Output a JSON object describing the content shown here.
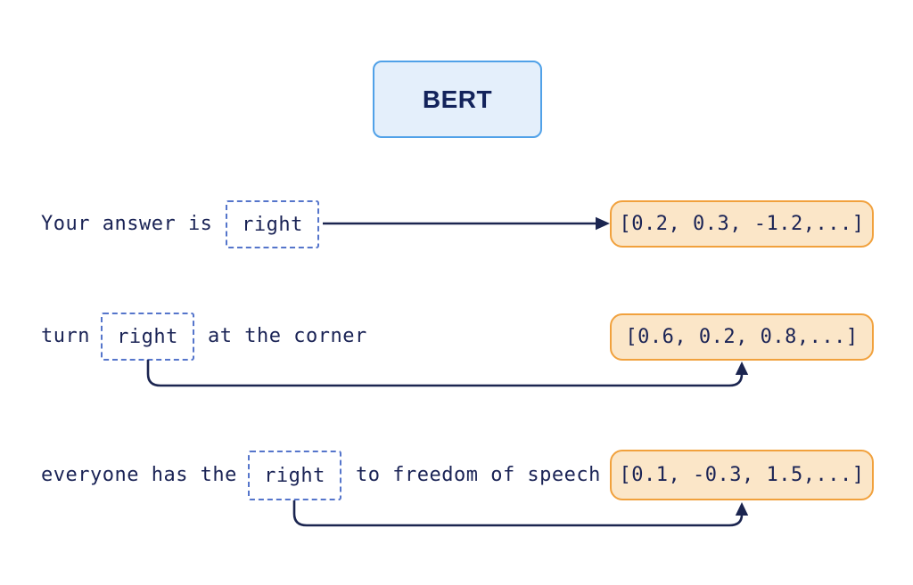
{
  "model": {
    "label": "BERT"
  },
  "rows": [
    {
      "prefix": "Your answer is",
      "token": "right",
      "suffix": "",
      "vector": "[0.2, 0.3, -1.2,...]"
    },
    {
      "prefix": "turn",
      "token": "right",
      "suffix": "at the corner",
      "vector": "[0.6, 0.2, 0.8,...]"
    },
    {
      "prefix": "everyone has the",
      "token": "right",
      "suffix": "to freedom of speech",
      "vector": "[0.1, -0.3, 1.5,...]"
    }
  ],
  "icons": {
    "row1_connector": "straight-right-arrow",
    "row2_connector": "curved-up-arrow",
    "row3_connector": "curved-up-arrow"
  },
  "colors": {
    "background": "#ffffff",
    "text_navy": "#1a2355",
    "arrow_navy": "#1b2550",
    "token_box_border": "#5575cb",
    "model_box_border": "#50a1e8",
    "model_box_fill": "#e4effb",
    "model_label_color": "#13235b",
    "vector_box_border": "#f1a13d",
    "vector_box_fill": "#fbe6c8"
  }
}
